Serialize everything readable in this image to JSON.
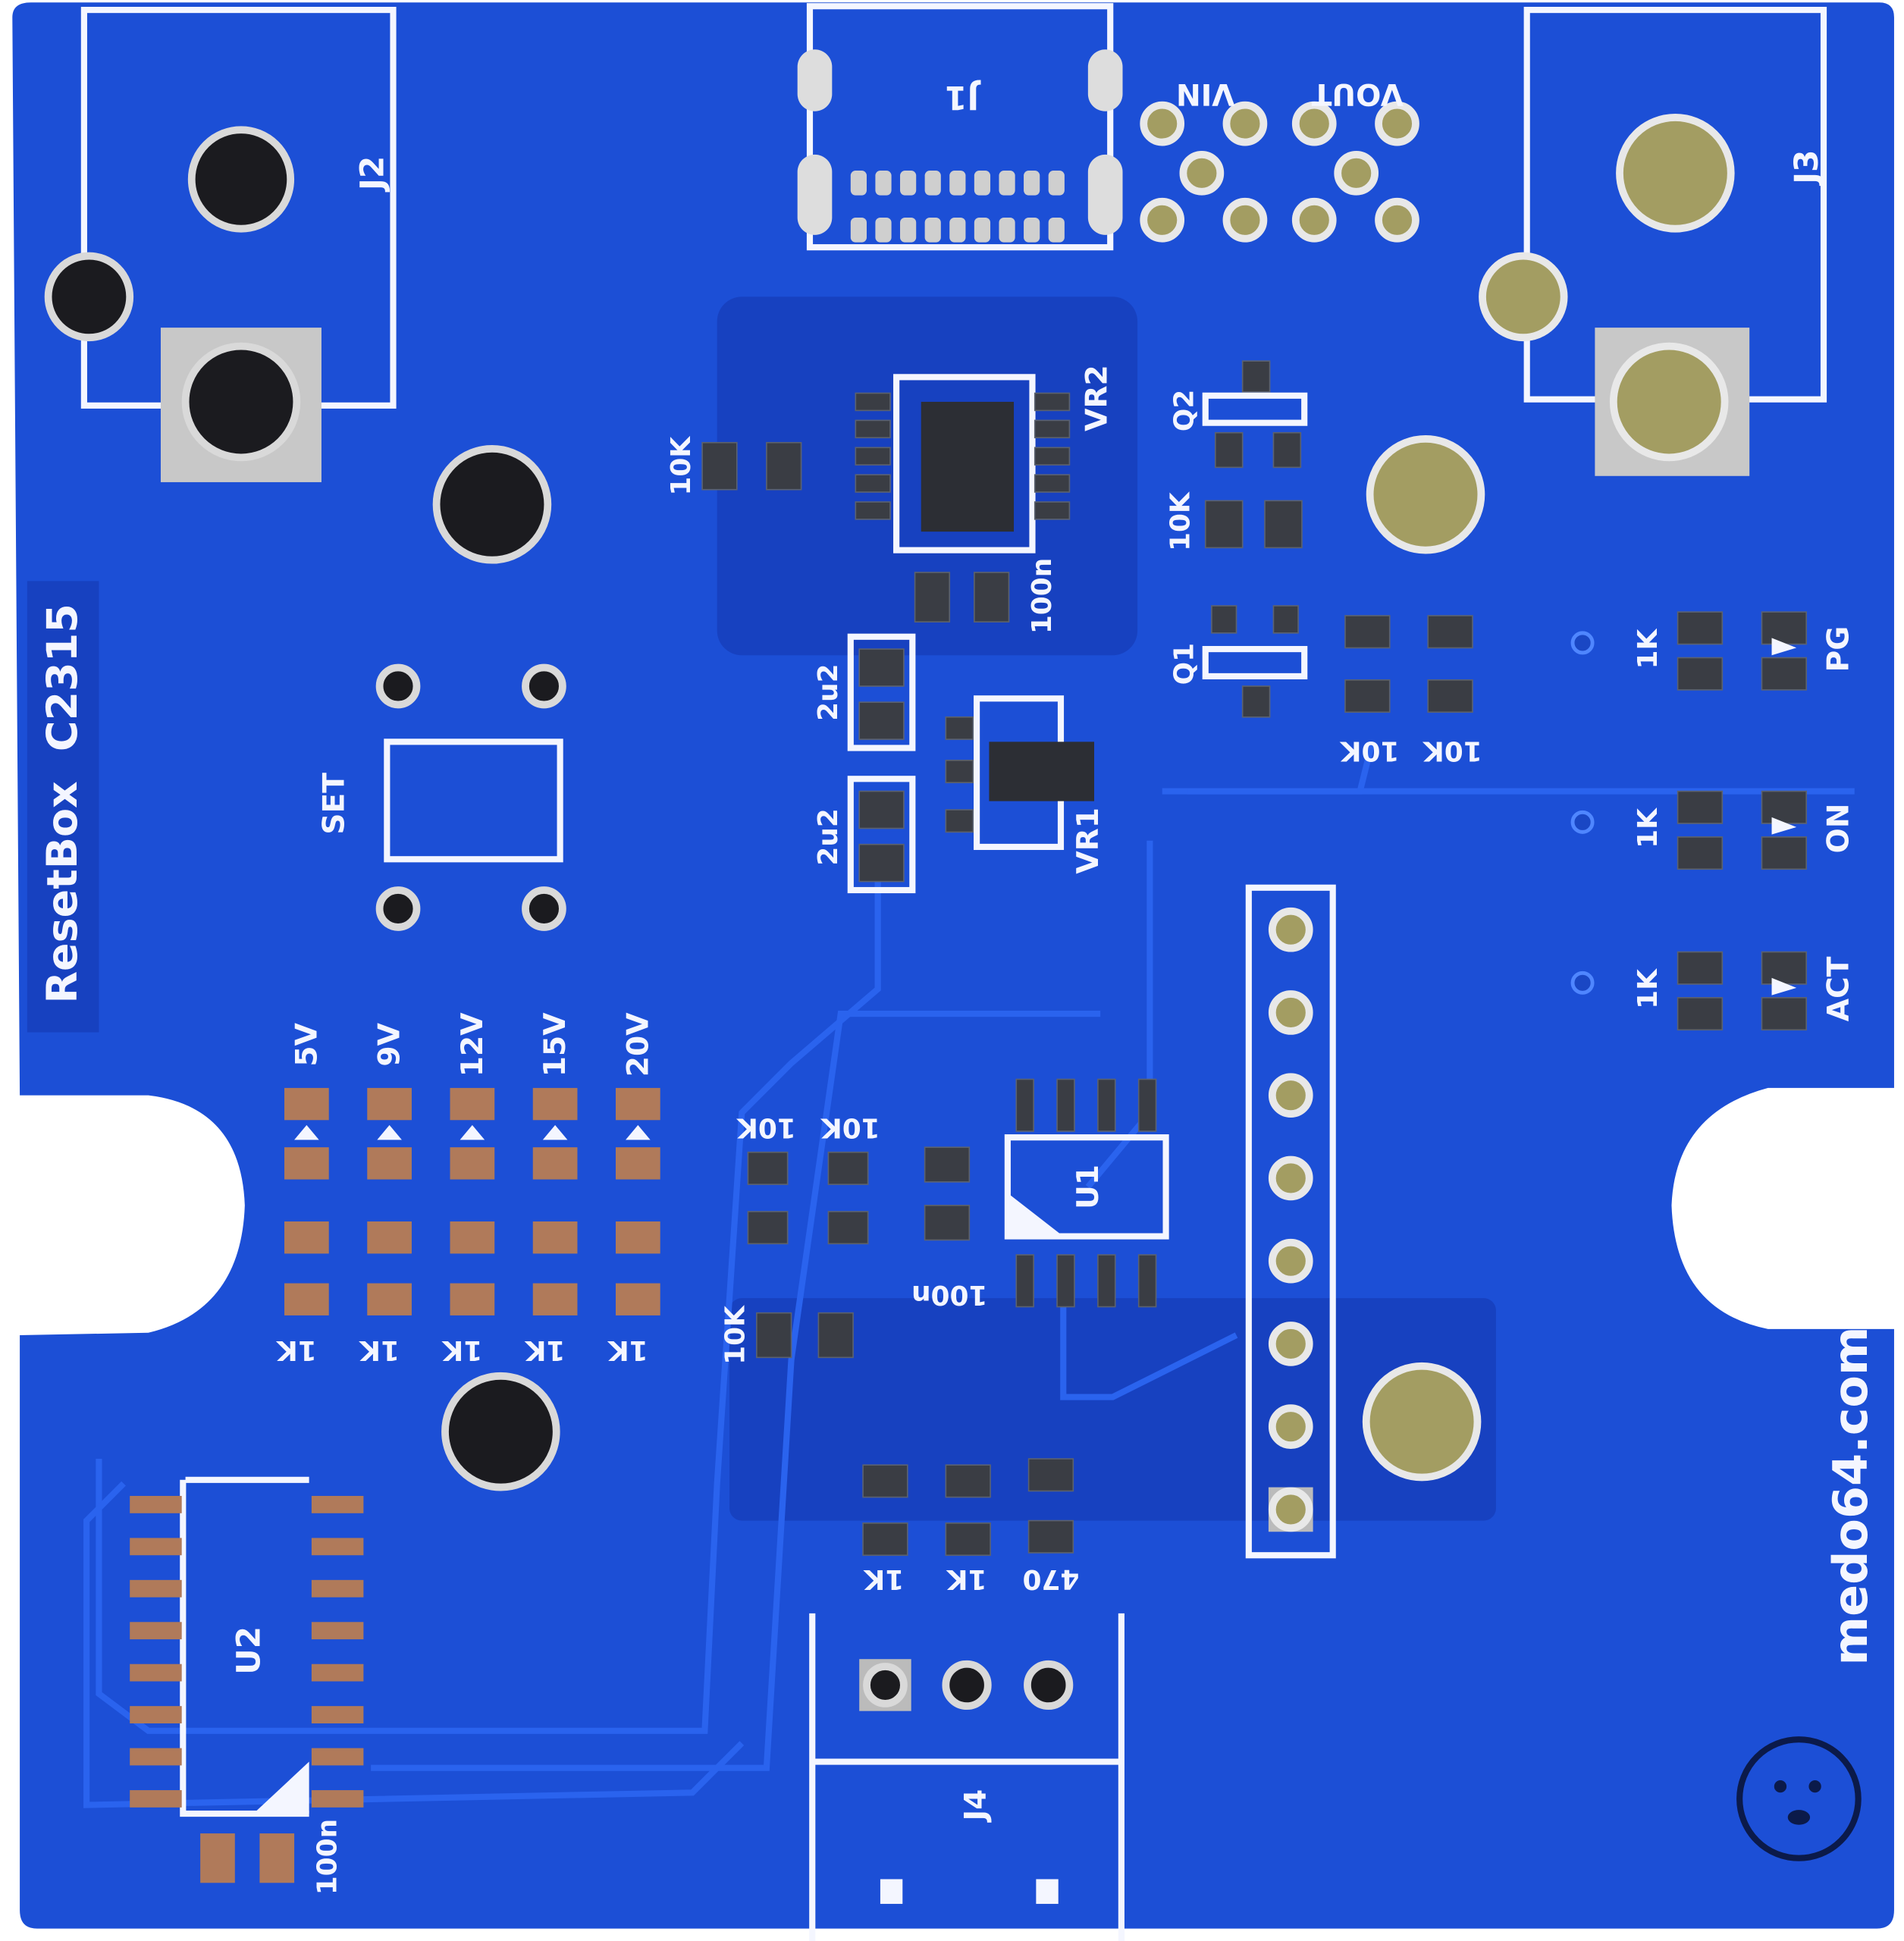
{
  "board": {
    "name": "ResetBox",
    "version": "C2315",
    "website": "medo64.com",
    "colors": {
      "soldermask": "#1c4fd6",
      "silkscreen": "#f4f6ff",
      "background": "#ffffff",
      "copper": "#b07a5a"
    }
  },
  "connectors": {
    "j1": "J1",
    "j2": "J2",
    "j3": "J3",
    "j4": "J4"
  },
  "header": {
    "vin": "VIN",
    "vout": "VOUT"
  },
  "regulators": {
    "vr1": "VR1",
    "vr2": "VR2"
  },
  "ics": {
    "u1": "U1",
    "u2": "U2"
  },
  "transistors": {
    "q1": "Q1",
    "q2": "Q2"
  },
  "button": {
    "label": "SET"
  },
  "voltage_leds": [
    "5V",
    "9V",
    "12V",
    "15V",
    "20V"
  ],
  "voltage_resistors": [
    "1K",
    "1K",
    "1K",
    "1K",
    "1K"
  ],
  "status_leds": [
    {
      "label": "PG",
      "resistor": "1K"
    },
    {
      "label": "ON",
      "resistor": "1K"
    },
    {
      "label": "ACT",
      "resistor": "1K"
    }
  ],
  "values": {
    "r_vr2": "10K",
    "c_vr2": "100n",
    "c1": "2u2",
    "c2": "2u2",
    "r_q2": "10K",
    "r_q1a": "10K",
    "r_q1b": "10K",
    "r_u1a": "10K",
    "r_u1b": "10K",
    "c_u1": "100n",
    "r_u1c": "10K",
    "r_j4a": "1K",
    "r_j4b": "1K",
    "r_j4c": "470",
    "c_u2": "100n"
  }
}
